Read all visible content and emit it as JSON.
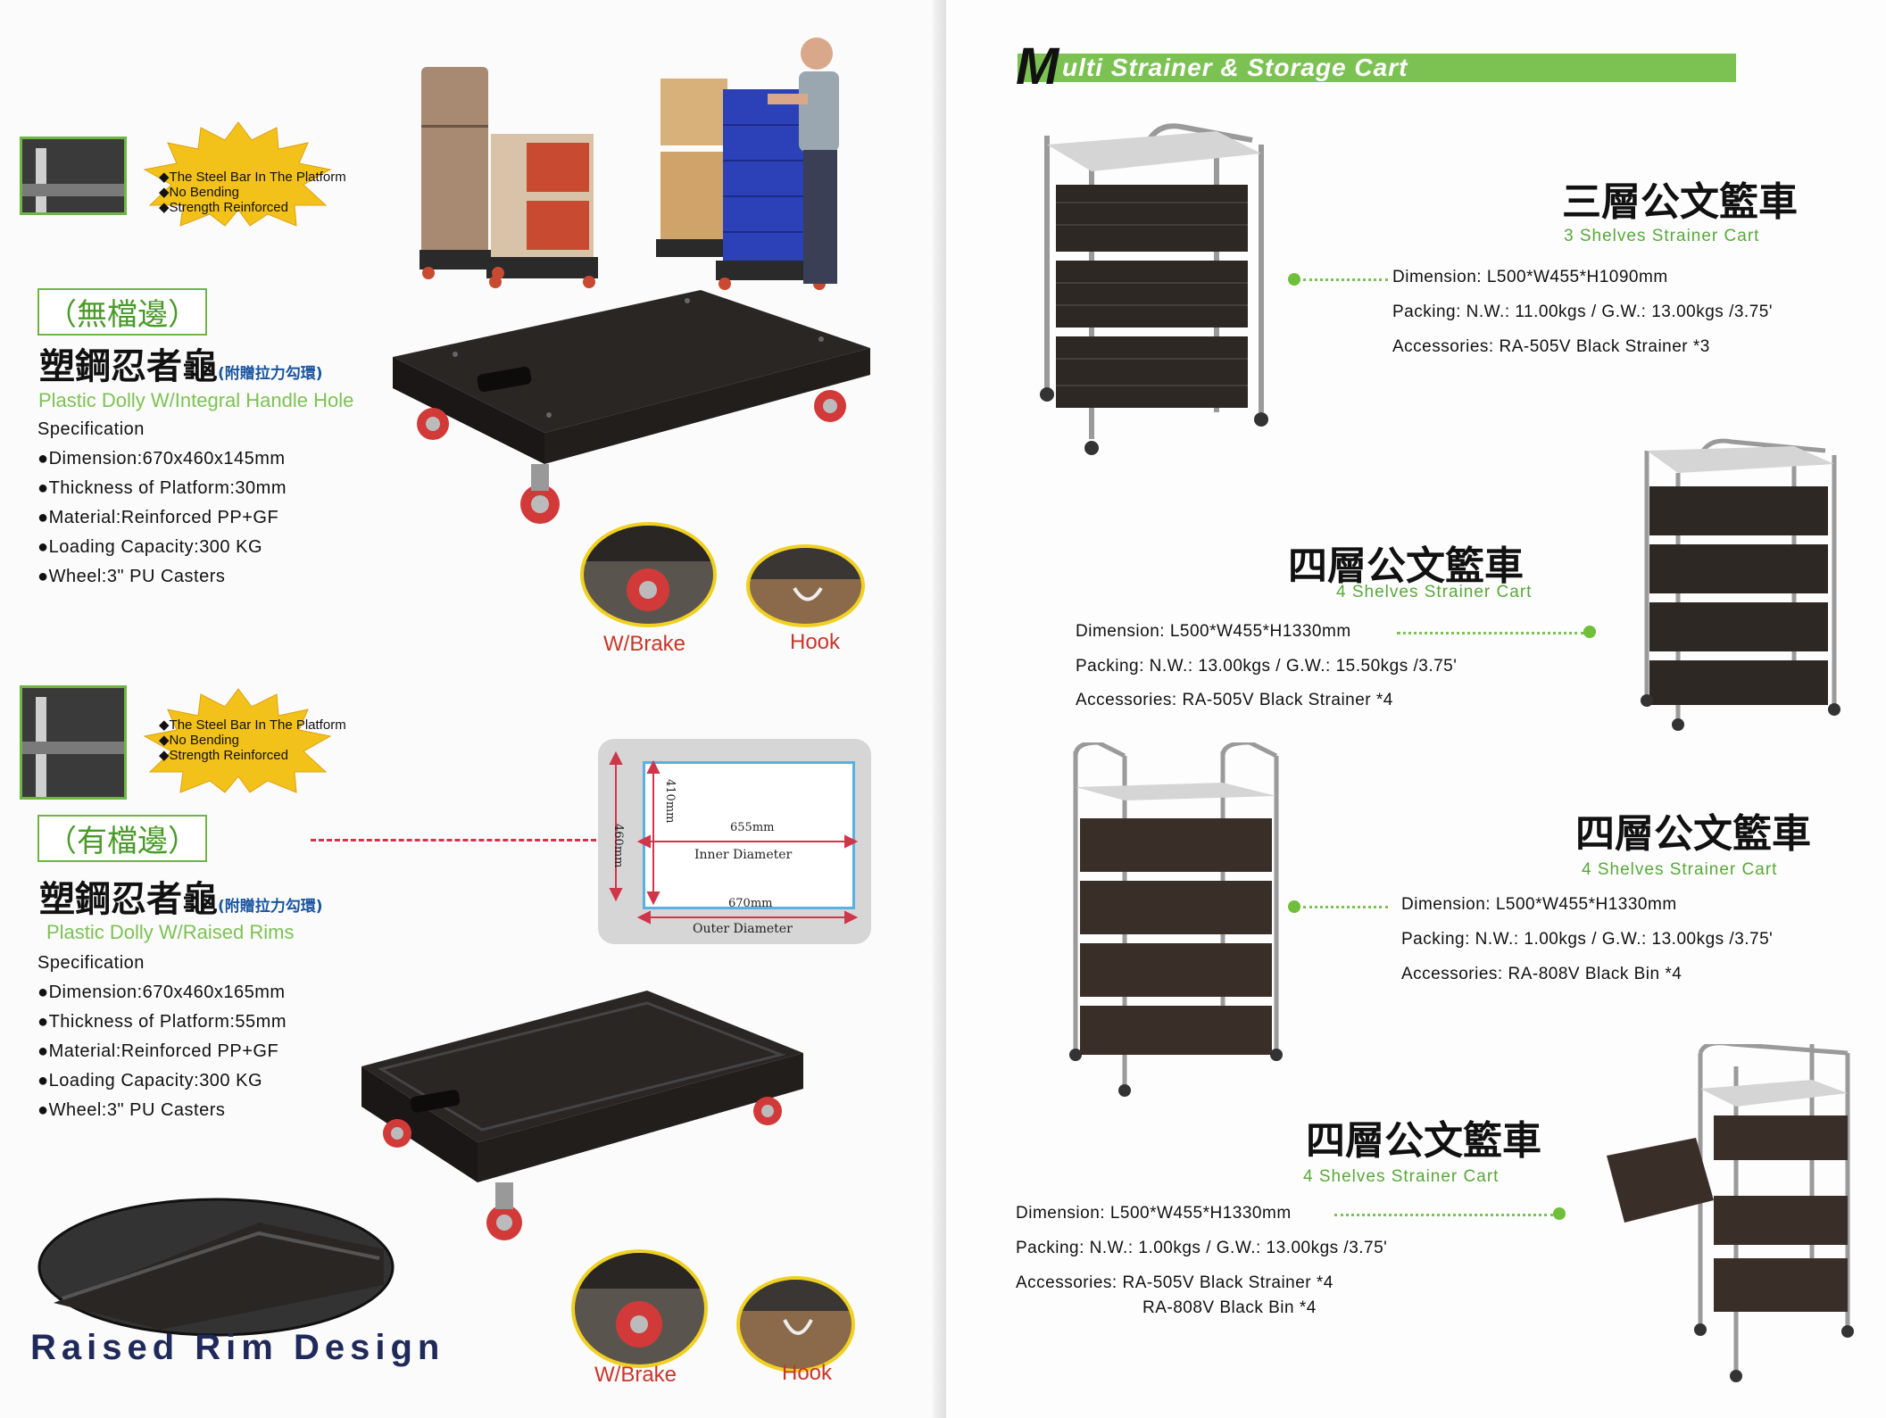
{
  "colors": {
    "accent_green": "#7cc253",
    "title_navy": "#1f2a5a",
    "wheel_red": "#d23a3a",
    "badge_yellow": "#f2c21a"
  },
  "dolly1": {
    "badge": [
      "◆The Steel Bar In The Platform",
      "◆No Bending",
      "◆Strength Reinforced"
    ],
    "tag": "（無檔邊）",
    "title": "塑鋼忍者龜",
    "title_note": "(附贈拉力勾環)",
    "subtitle": "Plastic Dolly W/Integral Handle Hole",
    "spec_heading": "Specification",
    "specs": [
      "●Dimension:670x460x145mm",
      "●Thickness of Platform:30mm",
      "●Material:Reinforced PP+GF",
      "●Loading Capacity:300 KG",
      "●Wheel:3\" PU Casters"
    ],
    "brake_label": "W/Brake",
    "hook_label": "Hook"
  },
  "dolly2": {
    "badge": [
      "◆The Steel Bar In The Platform",
      "◆No Bending",
      "◆Strength Reinforced"
    ],
    "tag": "（有檔邊）",
    "title": "塑鋼忍者龜",
    "title_note": "(附贈拉力勾環)",
    "subtitle": "Plastic Dolly W/Raised Rims",
    "spec_heading": "Specification",
    "specs": [
      "●Dimension:670x460x165mm",
      "●Thickness of Platform:55mm",
      "●Material:Reinforced PP+GF",
      "●Loading Capacity:300 KG",
      "●Wheel:3\" PU Casters"
    ],
    "diagram": {
      "outer_height": "460mm",
      "inner_height": "410mm",
      "inner_width": "655mm",
      "inner_label": "Inner Diameter",
      "outer_width": "670mm",
      "outer_label": "Outer Diameter"
    },
    "rim_caption": "Raised Rim Design",
    "brake_label": "W/Brake",
    "hook_label": "Hook"
  },
  "right": {
    "header_initial": "M",
    "header_rest": "ulti Strainer & Storage Cart",
    "carts": [
      {
        "title": "三層公文籃車",
        "subtitle": "3 Shelves Strainer Cart",
        "dimension": "Dimension:  L500*W455*H1090mm",
        "packing": "Packing: N.W.: 11.00kgs / G.W.: 13.00kgs /3.75'",
        "accessories": "Accessories:  RA-505V Black Strainer *3",
        "accessories2": ""
      },
      {
        "title": "四層公文籃車",
        "subtitle": "4 Shelves Strainer Cart",
        "dimension": "Dimension:  L500*W455*H1330mm",
        "packing": "Packing: N.W.: 13.00kgs / G.W.: 15.50kgs /3.75'",
        "accessories": "Accessories:  RA-505V Black Strainer *4",
        "accessories2": ""
      },
      {
        "title": "四層公文籃車",
        "subtitle": "4  Shelves Strainer Cart",
        "dimension": "Dimension:   L500*W455*H1330mm",
        "packing": "Packing: N.W.: 1.00kgs / G.W.: 13.00kgs /3.75'",
        "accessories": "Accessories:  RA-808V Black Bin *4",
        "accessories2": ""
      },
      {
        "title": "四層公文籃車",
        "subtitle": "4  Shelves Strainer Cart",
        "dimension": "Dimension:  L500*W455*H1330mm",
        "packing": "Packing: N.W.: 1.00kgs / G.W.: 13.00kgs /3.75'",
        "accessories": "Accessories:  RA-505V Black Strainer *4",
        "accessories2": "RA-808V Black Bin *4"
      }
    ]
  }
}
